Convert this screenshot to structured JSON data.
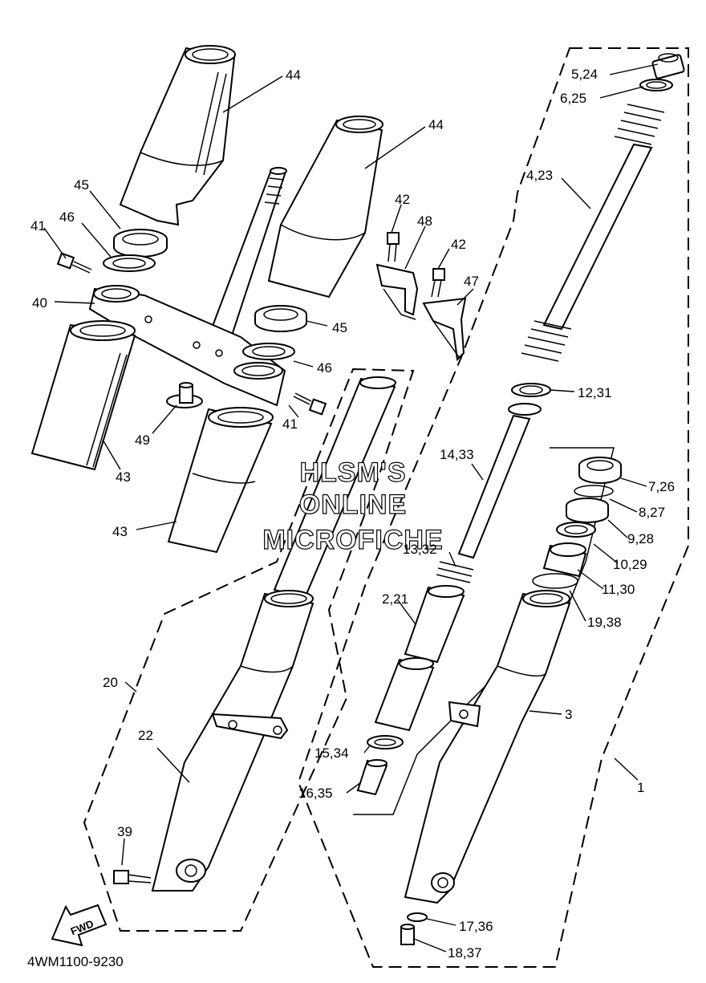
{
  "watermark": {
    "line1": "HLSM'S",
    "line2": "ONLINE",
    "line3": "MICROFICHE"
  },
  "fwd_label": "FWD",
  "diagram_code": "4WM1100-9230",
  "callouts": {
    "c44a": "44",
    "c44b": "44",
    "c45a": "45",
    "c46a": "46",
    "c41a": "41",
    "c40": "40",
    "c42a": "42",
    "c48": "48",
    "c42b": "42",
    "c47": "47",
    "c45b": "45",
    "c46b": "46",
    "c41b": "41",
    "c49": "49",
    "c43a": "43",
    "c43b": "43",
    "c524": "5,24",
    "c625": "6,25",
    "c423": "4,23",
    "c1231": "12,31",
    "c1433": "14,33",
    "c726": "7,26",
    "c827": "8,27",
    "c928": "9,28",
    "c1029": "10,29",
    "c1130": "11,30",
    "c1332": "13,32",
    "c221": "2,21",
    "c1938": "19,38",
    "c20": "20",
    "c3": "3",
    "c22": "22",
    "c1534": "15,34",
    "c1635": "16,35",
    "c1": "1",
    "c39": "39",
    "c1736": "17,36",
    "c1837": "18,37"
  }
}
